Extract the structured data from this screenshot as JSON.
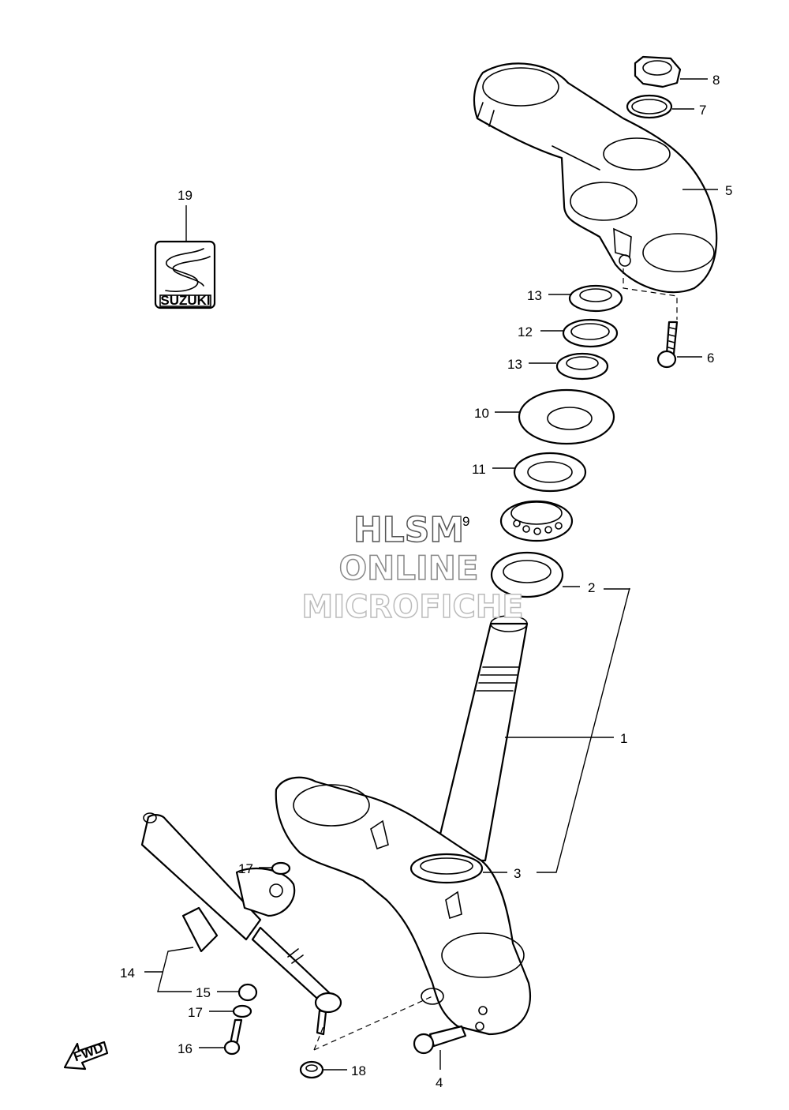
{
  "watermark": {
    "line1": "HLSM",
    "line2": "ONLINE",
    "line3": "MICROFICHE"
  },
  "logo": {
    "text": "SUZUKI"
  },
  "fwd": {
    "text": "FWD"
  },
  "callouts": {
    "p1": "1",
    "p2": "2",
    "p3": "3",
    "p4": "4",
    "p5": "5",
    "p6": "6",
    "p7": "7",
    "p8": "8",
    "p9": "9",
    "p10": "10",
    "p11": "11",
    "p12": "12",
    "p13a": "13",
    "p13b": "13",
    "p14": "14",
    "p15": "15",
    "p16": "16",
    "p17a": "17",
    "p17b": "17",
    "p18": "18",
    "p19": "19"
  }
}
